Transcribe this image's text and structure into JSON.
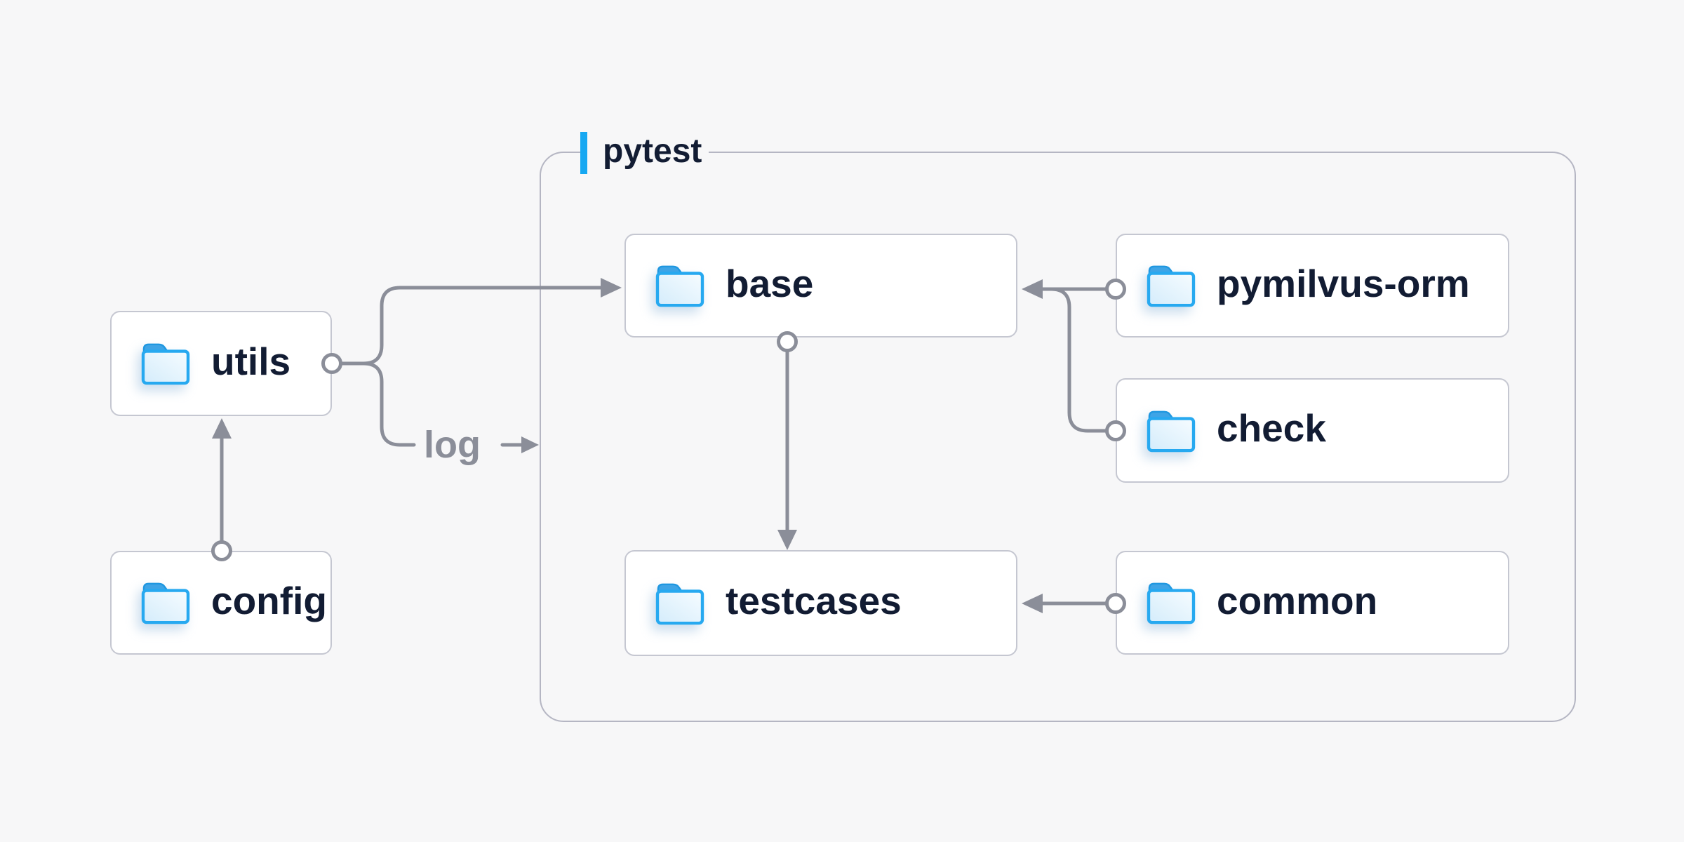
{
  "diagram": {
    "group": {
      "label": "pytest"
    },
    "nodes": [
      {
        "id": "utils",
        "label": "utils",
        "icon": "folder-icon",
        "inside_group": false
      },
      {
        "id": "config",
        "label": "config",
        "icon": "folder-icon",
        "inside_group": false
      },
      {
        "id": "base",
        "label": "base",
        "icon": "folder-icon",
        "inside_group": true
      },
      {
        "id": "pymilvus-orm",
        "label": "pymilvus-orm",
        "icon": "folder-icon",
        "inside_group": true
      },
      {
        "id": "check",
        "label": "check",
        "icon": "folder-icon",
        "inside_group": true
      },
      {
        "id": "testcases",
        "label": "testcases",
        "icon": "folder-icon",
        "inside_group": true
      },
      {
        "id": "common",
        "label": "common",
        "icon": "folder-icon",
        "inside_group": true
      }
    ],
    "edge_label": {
      "text": "log"
    },
    "edges": [
      {
        "from": "config",
        "to": "utils"
      },
      {
        "from": "utils",
        "to": "base"
      },
      {
        "from": "utils",
        "to": "pytest-group",
        "label": "log"
      },
      {
        "from": "base",
        "to": "testcases"
      },
      {
        "from": "pymilvus-orm",
        "to": "base"
      },
      {
        "from": "check",
        "to": "base"
      },
      {
        "from": "common",
        "to": "testcases"
      }
    ],
    "colors": {
      "page_background": "#f7f7f8",
      "node_background": "#ffffff",
      "node_border": "#c5c7d1",
      "group_border": "#b5b6c3",
      "connector_gray": "#8b8e99",
      "text_navy": "#121c33",
      "accent_blue": "#17a8f2",
      "folder_blue": "#27a9f0"
    }
  }
}
